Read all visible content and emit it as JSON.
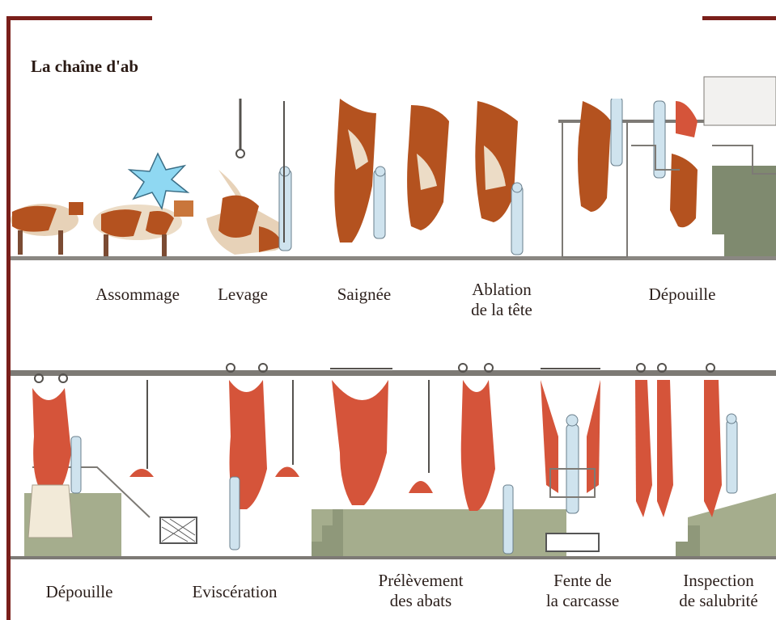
{
  "title": "La chaîne d'ab",
  "stages_top": [
    {
      "label": "Assommage"
    },
    {
      "label": "Levage"
    },
    {
      "label": "Saignée"
    },
    {
      "label": "Ablation\nde la tête"
    },
    {
      "label": "Dépouille"
    }
  ],
  "stages_bottom": [
    {
      "label": "Dépouille"
    },
    {
      "label": "Eviscération"
    },
    {
      "label": "Prélèvement\ndes abats"
    },
    {
      "label": "Fente de\nla carcasse"
    },
    {
      "label": "Inspection\nde salubrité"
    }
  ],
  "colors": {
    "frame_red": "#7a1f1a",
    "rail": "#7d7a75",
    "cow_brown": "#b4521f",
    "carcass": "#d5543a",
    "worker": "#cfe3ee",
    "platform": "#a5ad8d",
    "stun_flash": "#8fd8f2"
  }
}
